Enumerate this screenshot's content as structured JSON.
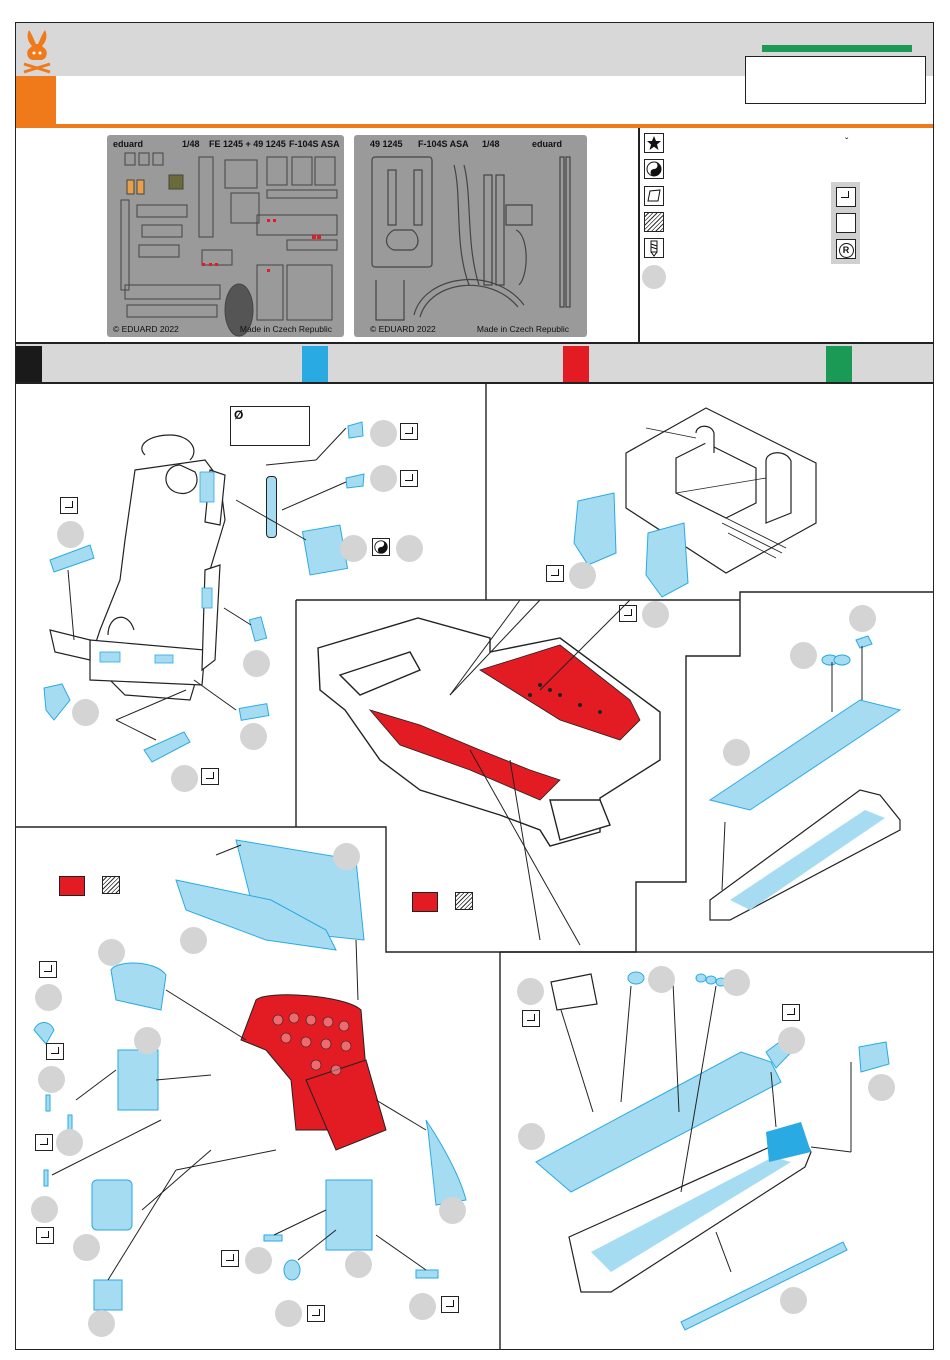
{
  "frets": {
    "left": {
      "brand": "eduard",
      "scale": "1/48",
      "codes": "FE 1245 + 49 1245",
      "model": "F-104S ASA",
      "copyright": "© EDUARD 2022",
      "origin": "Made in Czech Republic"
    },
    "right": {
      "code": "49 1245",
      "model": "F-104S ASA",
      "scale": "1/48",
      "brand": "eduard",
      "copyright": "© EDUARD 2022",
      "origin": "Made in Czech Republic"
    }
  },
  "legend": {
    "icons": [
      "star-icon",
      "yin-yang-icon",
      "decal-icon",
      "hatch-icon",
      "drill-icon",
      "grey-circle-icon"
    ],
    "right_icons": [
      "bend-icon",
      "blank-icon",
      "r-icon"
    ],
    "caret": "ˇ",
    "r_letter": "R"
  },
  "colors": {
    "orange": "#f07a1a",
    "green": "#1a9a55",
    "black": "#1a1a1a",
    "blue": "#2aaae2",
    "red": "#e31b23",
    "part_blue": "#a6dcf2",
    "part_red": "#e31b23",
    "header_grey": "#d8d8d8"
  },
  "diameter_symbol": "Ø"
}
